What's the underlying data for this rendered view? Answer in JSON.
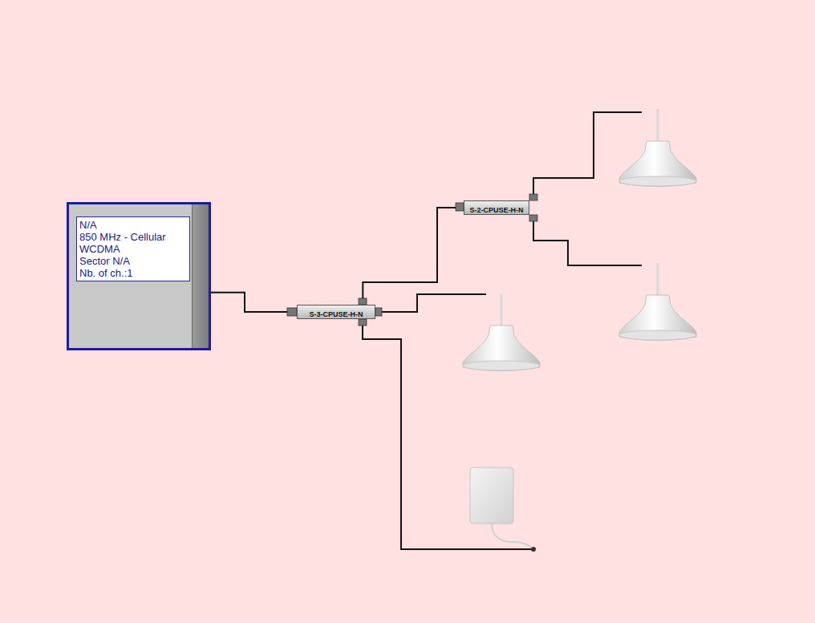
{
  "diagram": {
    "nodes": [
      {
        "text": [
          "N/A",
          "850 MHz - Cellular",
          "WCDMA",
          "Sector N/A",
          "Nb. of ch.:1"
        ]
      },
      {
        "text": [
          "S-3-CPUSE-H-N"
        ]
      },
      {
        "text": [
          "S-2-CPUSE-H-N"
        ]
      }
    ],
    "edges": [
      {
        "from": 0,
        "to": 1,
        "arrow": "none"
      },
      {
        "from": 1,
        "to": 2,
        "arrow": "none"
      }
    ]
  }
}
